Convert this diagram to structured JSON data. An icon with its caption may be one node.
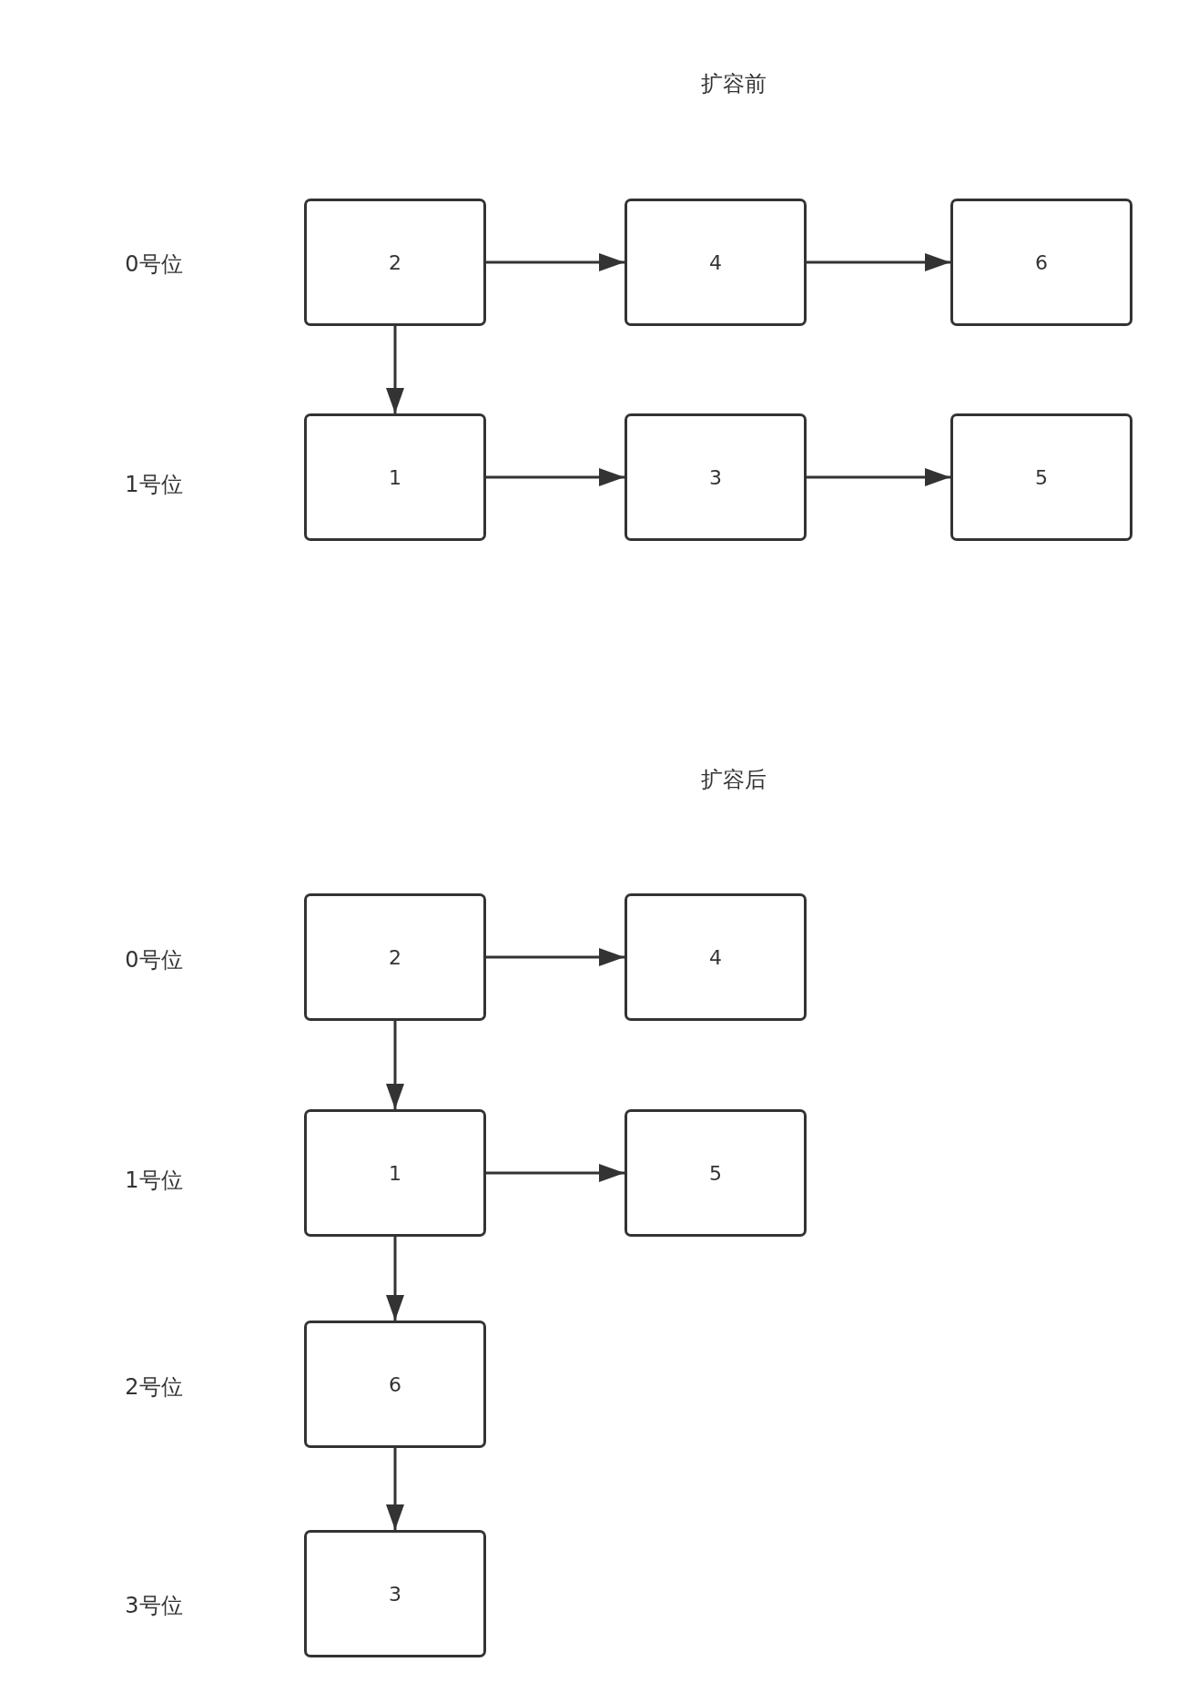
{
  "diagram": {
    "nodes": [
      {
        "text": [
          "2"
        ]
      },
      {
        "text": [
          "4"
        ]
      },
      {
        "text": [
          "6"
        ]
      },
      {
        "text": [
          "1"
        ]
      },
      {
        "text": [
          "3"
        ]
      },
      {
        "text": [
          "5"
        ]
      },
      {
        "text": [
          "2"
        ]
      },
      {
        "text": [
          "4"
        ]
      },
      {
        "text": [
          "1"
        ]
      },
      {
        "text": [
          "5"
        ]
      },
      {
        "text": [
          "6"
        ]
      },
      {
        "text": [
          "3"
        ]
      }
    ],
    "edges": [
      {
        "from": 0,
        "to": 1,
        "arrow": "to"
      },
      {
        "from": 1,
        "to": 2,
        "arrow": "to"
      },
      {
        "from": 0,
        "to": 3,
        "arrow": "to"
      },
      {
        "from": 3,
        "to": 4,
        "arrow": "to"
      },
      {
        "from": 4,
        "to": 5,
        "arrow": "to"
      },
      {
        "from": 6,
        "to": 7,
        "arrow": "to"
      },
      {
        "from": 6,
        "to": 8,
        "arrow": "to"
      },
      {
        "from": 8,
        "to": 9,
        "arrow": "to"
      },
      {
        "from": 8,
        "to": 10,
        "arrow": "to"
      },
      {
        "from": 10,
        "to": 11,
        "arrow": "to"
      }
    ],
    "labels": [
      "扩容前",
      "0号位",
      "1号位",
      "扩容后",
      "0号位",
      "1号位",
      "2号位",
      "3号位"
    ]
  }
}
